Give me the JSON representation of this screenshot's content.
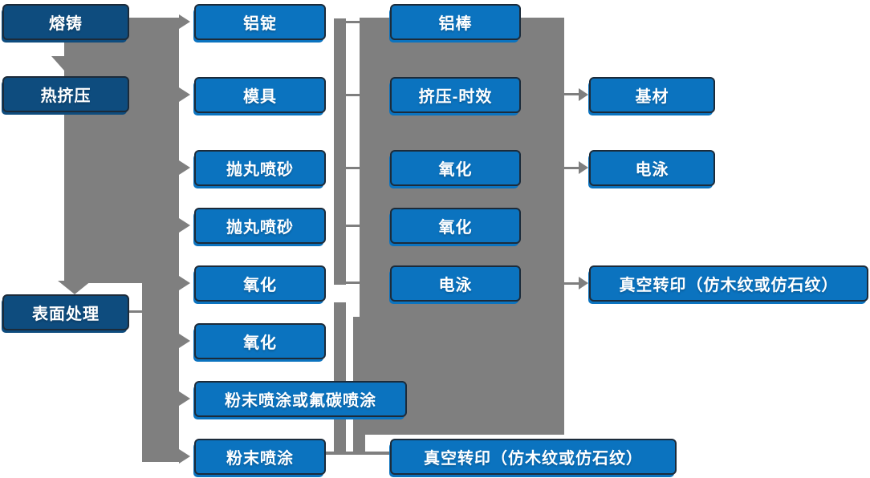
{
  "colors": {
    "stage_fill": "#0E4C7E",
    "process_fill": "#0B73BF",
    "box_border": "#1C2B3A",
    "connector_gray": "#7F7F7F",
    "text": "#FFFFFF",
    "background": "#FFFFFF"
  },
  "flowchart": {
    "stages": [
      {
        "label": "熔铸"
      },
      {
        "label": "热挤压"
      },
      {
        "label": "表面处理"
      }
    ],
    "column2": [
      {
        "label": "铝锭"
      },
      {
        "label": "模具"
      },
      {
        "label": "抛丸喷砂"
      },
      {
        "label": "抛丸喷砂"
      },
      {
        "label": "氧化"
      },
      {
        "label": "氧化"
      },
      {
        "label": "粉末喷涂或氟碳喷涂"
      },
      {
        "label": "粉末喷涂"
      }
    ],
    "column3": [
      {
        "label": "铝棒"
      },
      {
        "label": "挤压-时效"
      },
      {
        "label": "氧化"
      },
      {
        "label": "氧化"
      },
      {
        "label": "电泳"
      },
      {
        "label": "真空转印（仿木纹或仿石纹）"
      }
    ],
    "column4": [
      {
        "label": "基材"
      },
      {
        "label": "电泳"
      },
      {
        "label": "真空转印（仿木纹或仿石纹）"
      }
    ]
  }
}
